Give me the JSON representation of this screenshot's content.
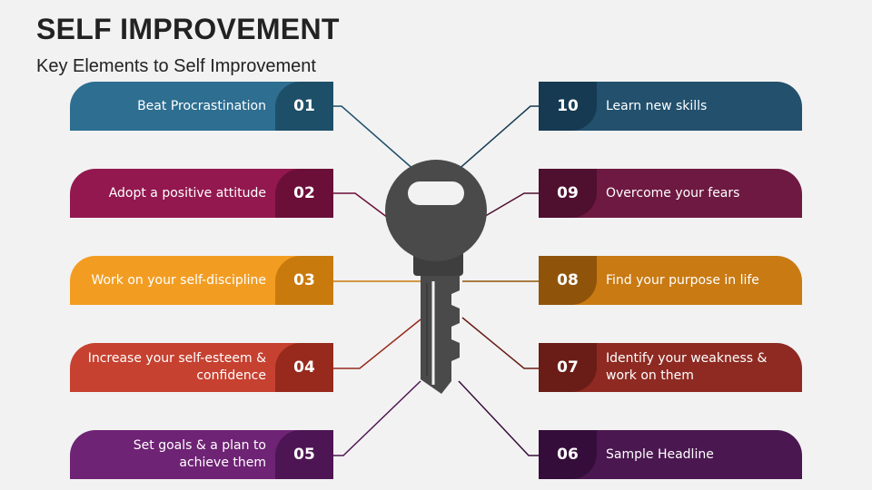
{
  "header": {
    "title": "SELF IMPROVEMENT",
    "subtitle": "Key Elements to Self Improvement"
  },
  "items": [
    {
      "num": "01",
      "label": "Beat Procrastination",
      "side": "left",
      "color": "#2d6e91",
      "dark": "#1e4f69"
    },
    {
      "num": "02",
      "label": "Adopt a positive attitude",
      "side": "left",
      "color": "#93184f",
      "dark": "#6b0f39"
    },
    {
      "num": "03",
      "label": "Work on your self-discipline",
      "side": "left",
      "color": "#f29d22",
      "dark": "#c97a0c"
    },
    {
      "num": "04",
      "label": "Increase your self-esteem & confidence",
      "side": "left",
      "color": "#c64130",
      "dark": "#972a1d"
    },
    {
      "num": "05",
      "label": "Set goals & a plan to achieve them",
      "side": "left",
      "color": "#6e2374",
      "dark": "#4e1554"
    },
    {
      "num": "10",
      "label": "Learn new skills",
      "side": "right",
      "color": "#22506d",
      "dark": "#163a52"
    },
    {
      "num": "09",
      "label": "Overcome your fears",
      "side": "right",
      "color": "#6e1941",
      "dark": "#4f0f2e"
    },
    {
      "num": "08",
      "label": "Find your purpose in life",
      "side": "right",
      "color": "#c97a12",
      "dark": "#8f540a"
    },
    {
      "num": "07",
      "label": "Identify your weakness & work on them",
      "side": "right",
      "color": "#8e2a22",
      "dark": "#6a1c16"
    },
    {
      "num": "06",
      "label": "Sample Headline",
      "side": "right",
      "color": "#4a1750",
      "dark": "#350d3a"
    }
  ],
  "colors": {
    "background": "#f2f2f2",
    "key": "#4a4a4a",
    "key_dark": "#3a3a3a"
  },
  "icons": [
    "key-icon"
  ]
}
